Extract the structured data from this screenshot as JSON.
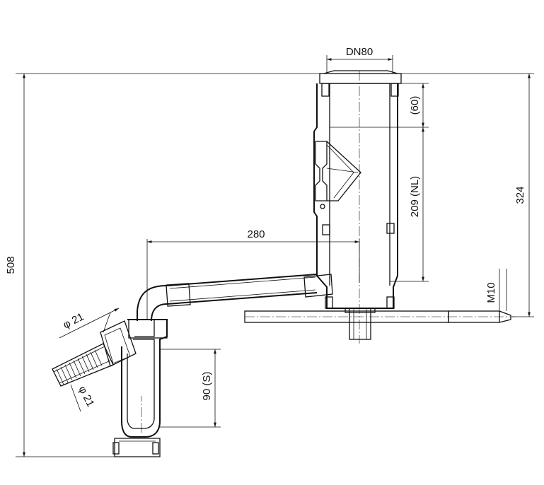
{
  "dimensions": {
    "dn": "DN80",
    "overall_height": "508",
    "top_height": "324",
    "collar": "(60)",
    "nominal": "209 (NL)",
    "horizontal": "280",
    "trap_seal": "90 (S)",
    "thread": "M10",
    "inlet_dia_a": "φ 21",
    "inlet_dia_b": "φ 21"
  },
  "colors": {
    "line": "#111111",
    "hatch": "#111111",
    "background": "#ffffff"
  }
}
